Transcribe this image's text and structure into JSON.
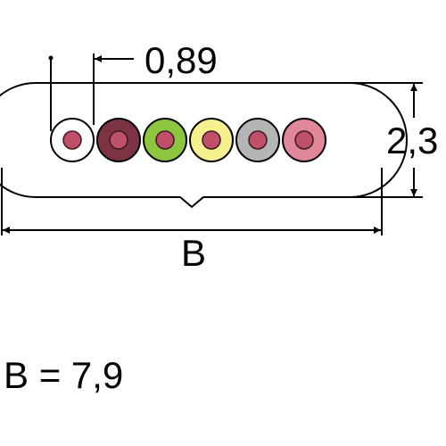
{
  "dimensions": {
    "conductor_spacing": "0,89",
    "thickness": "2,3",
    "width_label": "B"
  },
  "formula": {
    "variable": "B",
    "equals": "=",
    "value": "7,9"
  },
  "colors": {
    "outline": "#000000",
    "inner_core": "#c0506a",
    "core_stroke": "#3a1a22",
    "conductors": [
      {
        "color": "white",
        "fill": "#ffffff"
      },
      {
        "color": "maroon",
        "fill": "#7d3343"
      },
      {
        "color": "green",
        "fill": "#8cc63f"
      },
      {
        "color": "yellow",
        "fill": "#f6f18e"
      },
      {
        "color": "gray",
        "fill": "#b5b5b5"
      },
      {
        "color": "pink",
        "fill": "#e0879a"
      }
    ]
  }
}
